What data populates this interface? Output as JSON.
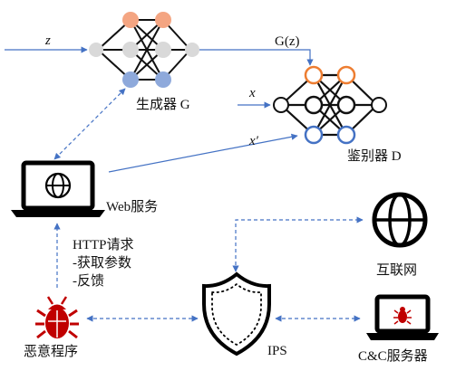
{
  "labels": {
    "z_input": "z",
    "generator_output": "G(z)",
    "generator": "生成器 G",
    "real_input": "x",
    "fake_input": "x′",
    "discriminator": "鉴别器 D",
    "web_service": "Web服务",
    "http_request": "HTTP请求",
    "get_params": "-获取参数",
    "feedback": "-反馈",
    "malware": "恶意程序",
    "ips": "IPS",
    "internet": "互联网",
    "cnc_server": "C&C服务器"
  },
  "colors": {
    "arrow_blue": "#4472C4",
    "node_orange": "#F4A582",
    "node_orange_ring": "#ED7D31",
    "node_gray": "#D9D9D9",
    "node_blue": "#8EA9DB",
    "node_blue_ring": "#4472C4",
    "bug_red": "#C00000"
  },
  "icons": {
    "generator": "neural-network-icon",
    "discriminator": "neural-network-icon",
    "web_service": "laptop-globe-icon",
    "malware": "bug-icon",
    "ips": "shield-icon",
    "internet": "globe-icon",
    "cnc_server": "laptop-bug-icon"
  }
}
